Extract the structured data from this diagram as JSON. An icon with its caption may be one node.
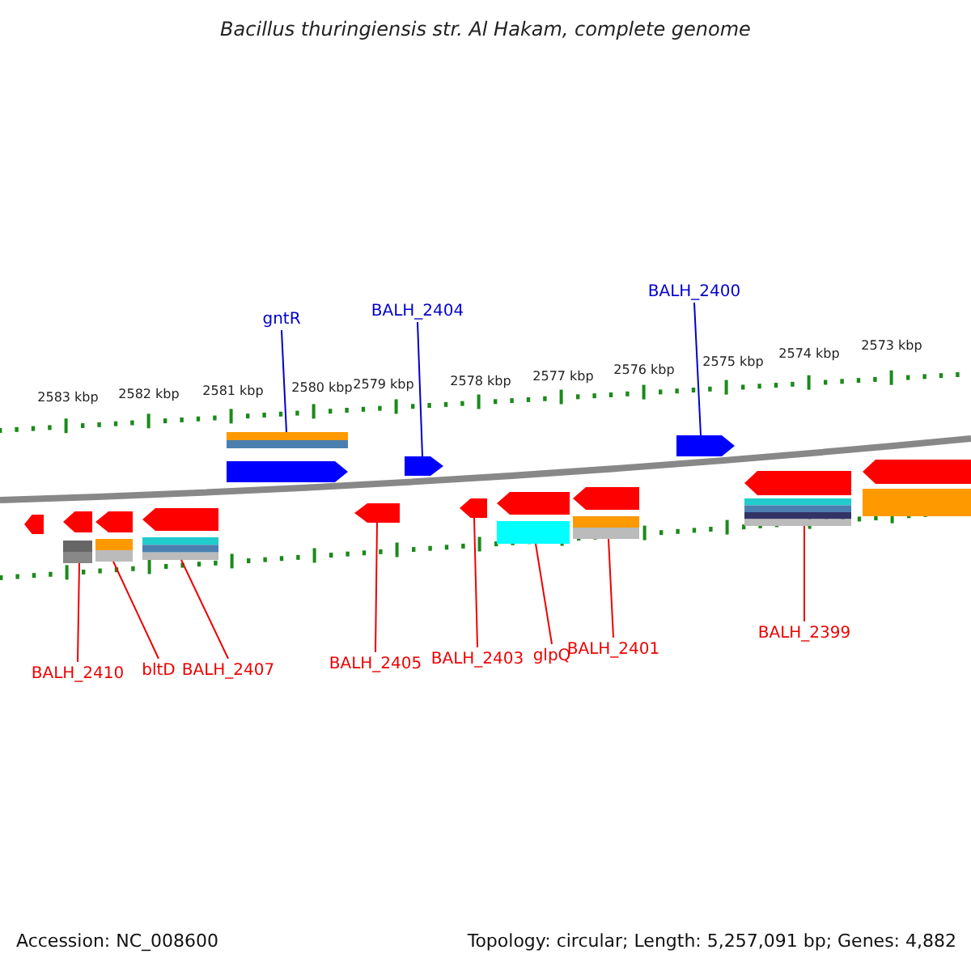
{
  "diagram": {
    "title": "Bacillus thuringiensis str. Al Hakam, complete genome",
    "nodes": [
      {
        "text": [
          "gntR"
        ]
      },
      {
        "text": [
          "BALH_2404"
        ]
      },
      {
        "text": [
          "BALH_2400"
        ]
      },
      {
        "text": [
          "BALH_2410"
        ]
      },
      {
        "text": [
          "bltD"
        ]
      },
      {
        "text": [
          "BALH_2407"
        ]
      },
      {
        "text": [
          "BALH_2405"
        ]
      },
      {
        "text": [
          "BALH_2403"
        ]
      },
      {
        "text": [
          "glpQ"
        ]
      },
      {
        "text": [
          "BALH_2401"
        ]
      },
      {
        "text": [
          "BALH_2399"
        ]
      },
      {
        "text": [],
        "shape": "arrow"
      },
      {
        "text": [],
        "shape": "arrow"
      },
      {
        "text": [],
        "shape": "arrow"
      },
      {
        "text": [],
        "shape": "arrow"
      },
      {
        "text": [],
        "shape": "arrow"
      },
      {
        "text": [],
        "shape": "arrow"
      },
      {
        "text": [],
        "shape": "arrow"
      },
      {
        "text": [],
        "shape": "arrow"
      },
      {
        "text": [],
        "shape": "arrow"
      },
      {
        "text": [],
        "shape": "arrow"
      },
      {
        "text": [],
        "shape": "arrow"
      },
      {
        "text": [],
        "shape": "arrow"
      },
      {
        "text": [],
        "shape": "arrow"
      }
    ],
    "edges": [
      {
        "from": 0,
        "to": 15,
        "arrow": "none",
        "color": "#0000cc"
      },
      {
        "from": 1,
        "to": 17,
        "arrow": "none",
        "color": "#0000cc"
      },
      {
        "from": 2,
        "to": 21,
        "arrow": "none",
        "color": "#0000cc"
      },
      {
        "from": 3,
        "to": 12,
        "arrow": "none"
      },
      {
        "from": 4,
        "to": 13,
        "arrow": "none"
      },
      {
        "from": 5,
        "to": 14,
        "arrow": "none"
      },
      {
        "from": 6,
        "to": 16,
        "arrow": "none"
      },
      {
        "from": 7,
        "to": 18,
        "arrow": "none"
      },
      {
        "from": 8,
        "to": 19,
        "arrow": "none"
      },
      {
        "from": 9,
        "to": 20,
        "arrow": "none"
      },
      {
        "from": 10,
        "to": 22,
        "arrow": "none"
      }
    ],
    "labels": [
      "2583 kbp",
      "2582 kbp",
      "2581 kbp",
      "2580 kbp",
      "2579 kbp",
      "2578 kbp",
      "2577 kbp",
      "2576 kbp",
      "2575 kbp",
      "2574 kbp",
      "2573 kbp",
      "Accession: NC_008600",
      "Topology: circular; Length: 5,257,091 bp; Genes: 4,882"
    ]
  }
}
